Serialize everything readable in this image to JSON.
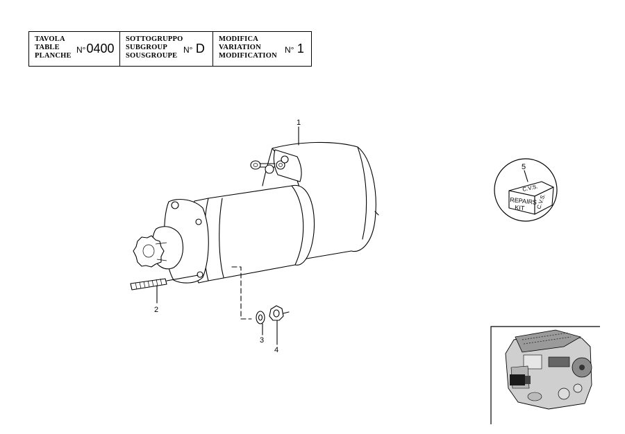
{
  "title_block": {
    "table": {
      "labels": [
        "TAVOLA",
        "TABLE",
        "PLANCHE"
      ],
      "no_prefix": "N°",
      "value": "0400"
    },
    "subgroup": {
      "labels": [
        "SOTTOGRUPPO",
        "SUBGROUP",
        "SOUSGROUPE"
      ],
      "no_prefix": "N°",
      "value": "D"
    },
    "modification": {
      "labels": [
        "MODIFICA",
        "VARIATION",
        "MODIFICATION"
      ],
      "no_prefix": "N°",
      "value": "1"
    }
  },
  "callouts": [
    "1",
    "2",
    "3",
    "4",
    "5"
  ],
  "repair_kit": {
    "box_top": "C.V.S.",
    "box_front_1": "REPAIRS",
    "box_front_2": "KIT",
    "box_side": "C.V.S."
  }
}
